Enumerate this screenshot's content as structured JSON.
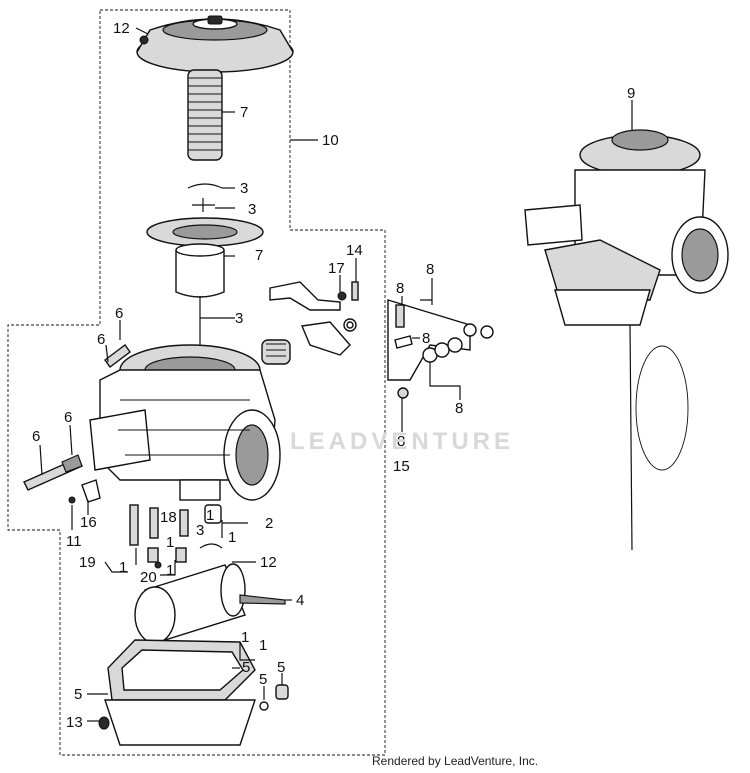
{
  "diagram": {
    "credit": "Rendered by LeadVenture, Inc.",
    "watermark": "LEADVENTURE",
    "callouts": [
      {
        "id": "c12a",
        "text": "12"
      },
      {
        "id": "c7a",
        "text": "7"
      },
      {
        "id": "c10",
        "text": "10"
      },
      {
        "id": "c3a",
        "text": "3"
      },
      {
        "id": "c3b",
        "text": "3"
      },
      {
        "id": "c7b",
        "text": "7"
      },
      {
        "id": "c3c",
        "text": "3"
      },
      {
        "id": "c14",
        "text": "14"
      },
      {
        "id": "c17",
        "text": "17"
      },
      {
        "id": "c8a",
        "text": "8"
      },
      {
        "id": "c8b",
        "text": "8"
      },
      {
        "id": "c8c",
        "text": "8"
      },
      {
        "id": "c8d",
        "text": "8"
      },
      {
        "id": "c8e",
        "text": "8"
      },
      {
        "id": "c15",
        "text": "15"
      },
      {
        "id": "c6a",
        "text": "6"
      },
      {
        "id": "c6b",
        "text": "6"
      },
      {
        "id": "c6c",
        "text": "6"
      },
      {
        "id": "c6d",
        "text": "6"
      },
      {
        "id": "c9",
        "text": "9"
      },
      {
        "id": "c16",
        "text": "16"
      },
      {
        "id": "c11",
        "text": "11"
      },
      {
        "id": "c18",
        "text": "18"
      },
      {
        "id": "c3d",
        "text": "3"
      },
      {
        "id": "c1a",
        "text": "1"
      },
      {
        "id": "c2",
        "text": "2"
      },
      {
        "id": "c1b",
        "text": "1"
      },
      {
        "id": "c19",
        "text": "19"
      },
      {
        "id": "c1c",
        "text": "1"
      },
      {
        "id": "c1d",
        "text": "1"
      },
      {
        "id": "c20",
        "text": "20"
      },
      {
        "id": "c1e",
        "text": "1"
      },
      {
        "id": "c12b",
        "text": "12"
      },
      {
        "id": "c4",
        "text": "4"
      },
      {
        "id": "c1f",
        "text": "1"
      },
      {
        "id": "c1g",
        "text": "1"
      },
      {
        "id": "c5a",
        "text": "5"
      },
      {
        "id": "c5b",
        "text": "5"
      },
      {
        "id": "c5c",
        "text": "5"
      },
      {
        "id": "c5d",
        "text": "5"
      },
      {
        "id": "c13",
        "text": "13"
      }
    ]
  }
}
